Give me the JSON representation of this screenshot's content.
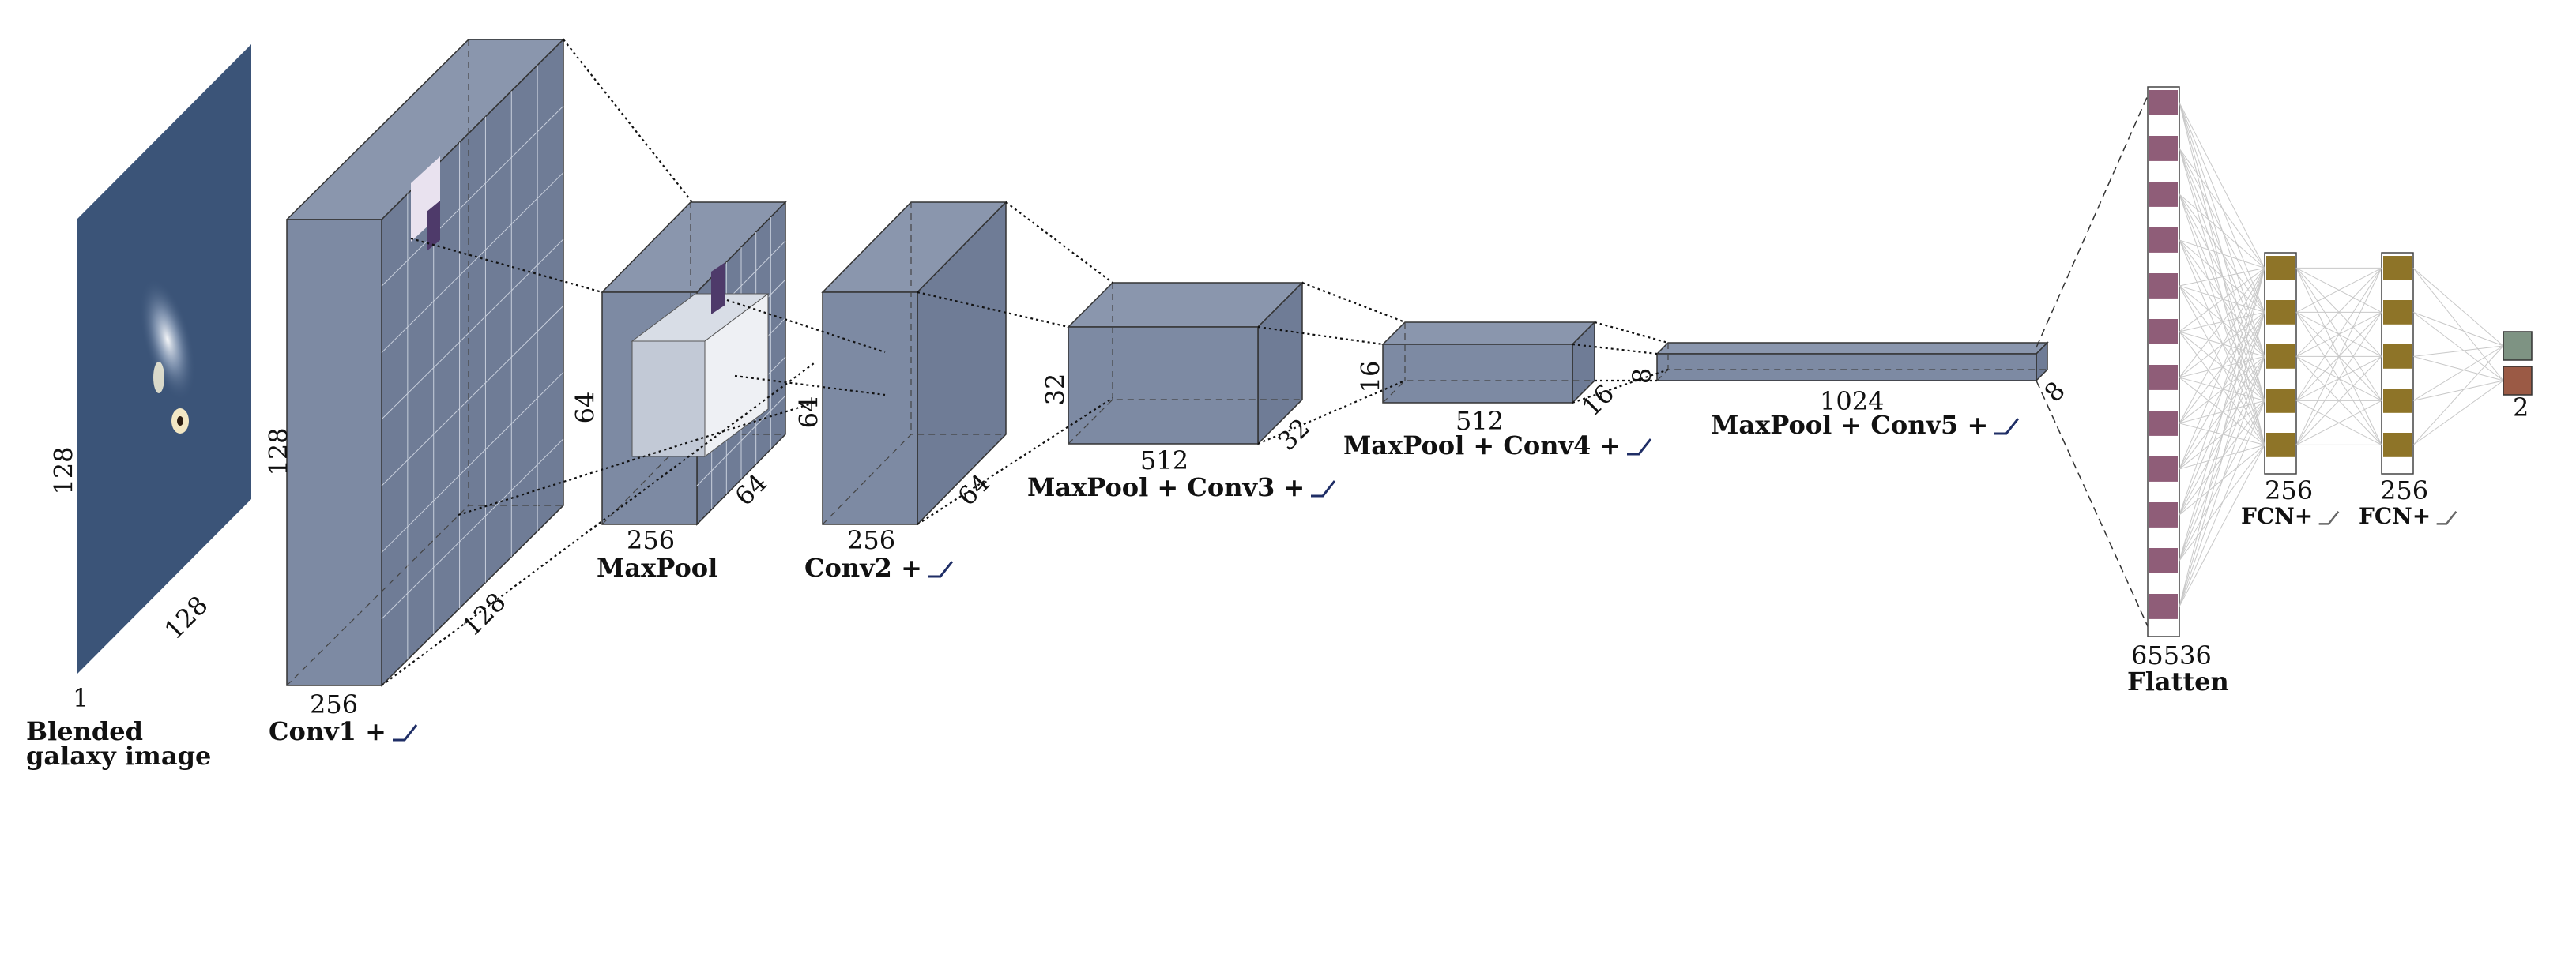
{
  "colors": {
    "block_front": "#7d8aa3",
    "block_top": "#8a96ad",
    "block_side": "#6f7c96",
    "grid": "#c8cfdc",
    "galaxy_bg": "#3b5478",
    "flatten_fill": "#8f5d78",
    "fcn_fill": "#8e7428",
    "out_green": "#7e9383",
    "out_red": "#9b5a45",
    "relu": "#1f2e66"
  },
  "input": {
    "dims": {
      "h": "128",
      "w": "128",
      "c": "1"
    },
    "caption_line1": "Blended",
    "caption_line2": "galaxy image"
  },
  "conv1": {
    "side": "128",
    "depth": "128",
    "width": "256",
    "caption": "Conv1 +"
  },
  "pool1": {
    "side": "64",
    "depth": "64",
    "width": "256",
    "caption": "MaxPool"
  },
  "conv2": {
    "side": "64",
    "depth": "64",
    "width": "256",
    "caption": "Conv2 +"
  },
  "conv3": {
    "side": "32",
    "depth": "32",
    "width": "512",
    "caption": "MaxPool + Conv3 +"
  },
  "conv4": {
    "side": "16",
    "depth": "16",
    "width": "512",
    "caption": "MaxPool + Conv4 +"
  },
  "conv5": {
    "side": "8",
    "depth": "8",
    "width": "1024",
    "caption": "MaxPool + Conv5 +"
  },
  "flatten": {
    "count": "65536",
    "caption": "Flatten",
    "cells": 12
  },
  "fc1": {
    "count": "256",
    "caption": "FCN+",
    "cells": 5
  },
  "fc2": {
    "count": "256",
    "caption": "FCN+",
    "cells": 5
  },
  "output": {
    "count": "2"
  }
}
